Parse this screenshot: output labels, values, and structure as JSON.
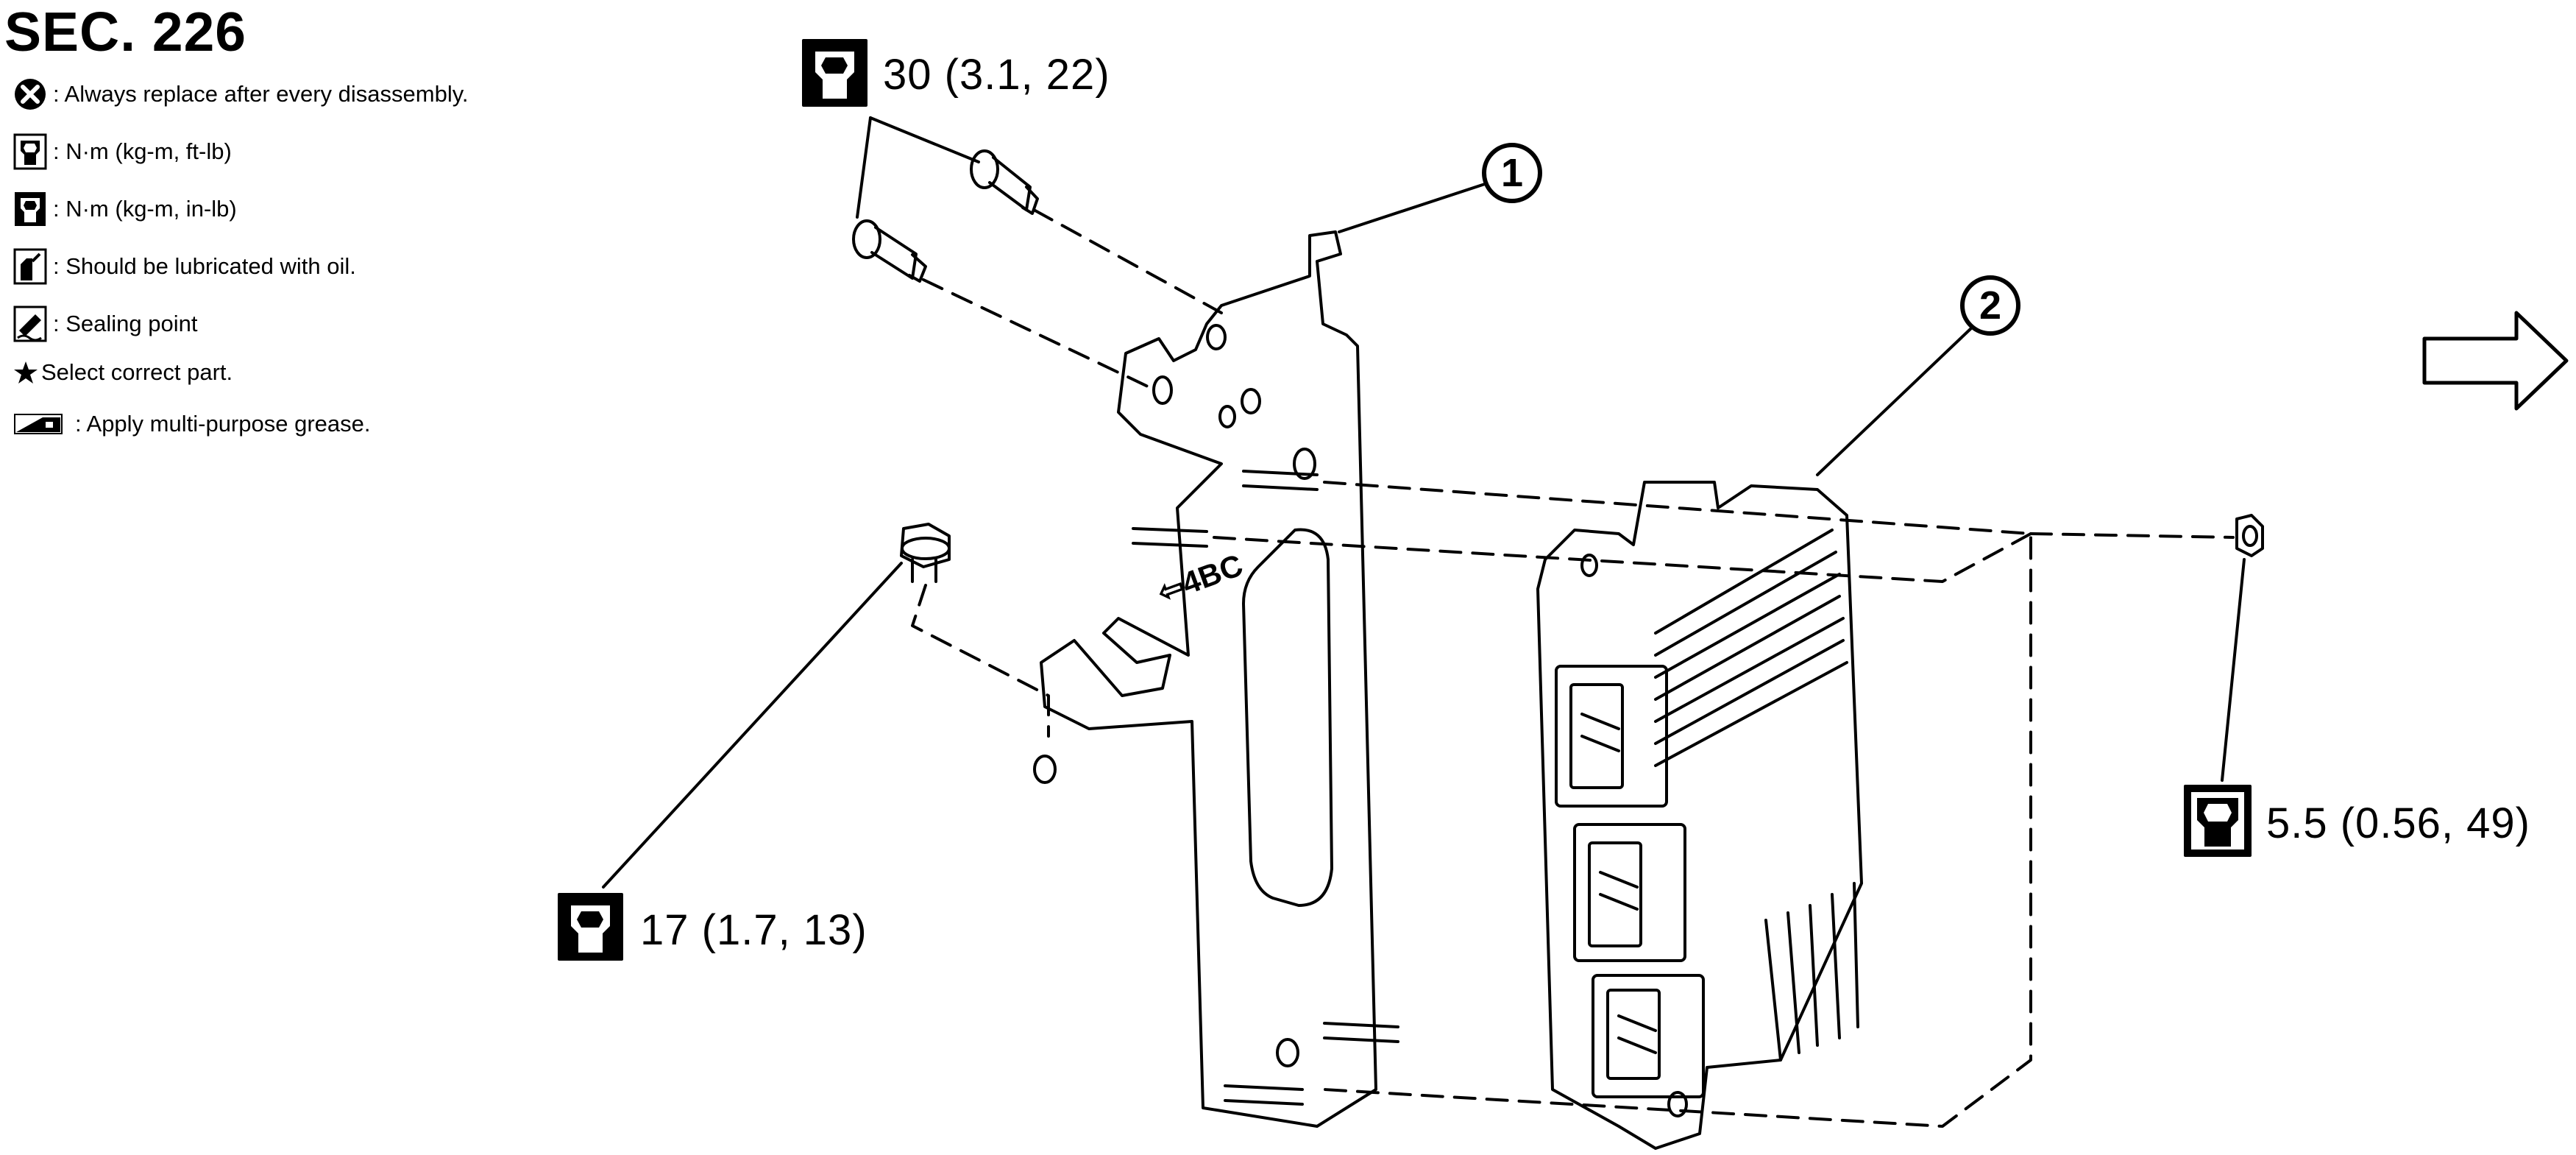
{
  "section_title": "SEC. 226",
  "legend": [
    {
      "icon": "replace-x-icon",
      "text": ": Always replace after every disassembly."
    },
    {
      "icon": "torque-wrench-icon",
      "text": ": N·m (kg-m, ft-lb)"
    },
    {
      "icon": "torque-wrench-small-icon",
      "text": ": N·m (kg-m, in-lb)"
    },
    {
      "icon": "oil-can-icon",
      "text": ": Should be lubricated with oil."
    },
    {
      "icon": "sealing-point-icon",
      "text": ": Sealing point"
    },
    {
      "icon": "star-icon",
      "text": "Select correct part."
    },
    {
      "icon": "grease-icon",
      "text": ": Apply multi-purpose grease."
    }
  ],
  "torque_specs": {
    "bracket_bolts": "30 (3.1, 22)",
    "lower_bolt": "17 (1.7, 13)",
    "nut": "5.5 (0.56, 49)"
  },
  "callouts": {
    "bracket": "1",
    "module": "2"
  },
  "bracket_marking": "⇦4BC",
  "front_arrow_icon": "front-arrow-icon"
}
